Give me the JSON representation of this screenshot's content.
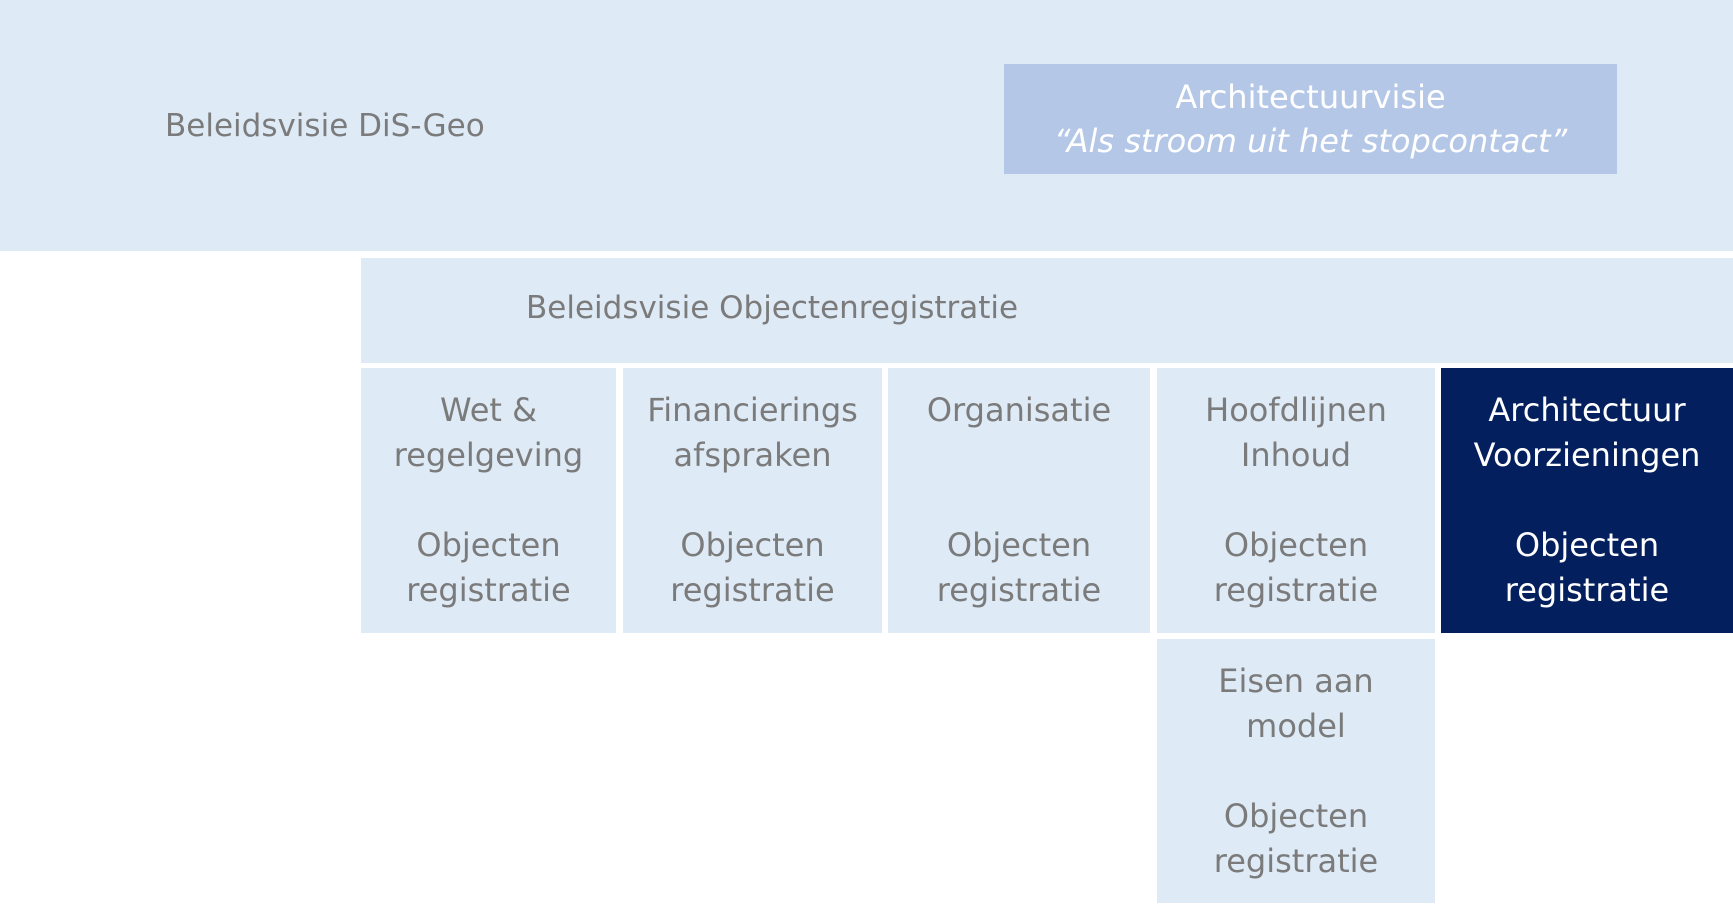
{
  "top": {
    "title": "Beleidsvisie DiS-Geo",
    "architectuurvisie": {
      "title": "Architectuurvisie",
      "quote": "“Als stroom uit het stopcontact”"
    }
  },
  "objectenregistratie": {
    "title": "Beleidsvisie Objectenregistratie"
  },
  "cards": [
    {
      "line1": "Wet &",
      "line2": "regelgeving",
      "line3": "Objecten",
      "line4": "registratie"
    },
    {
      "line1": "Financierings",
      "line2": "afspraken",
      "line3": "Objecten",
      "line4": "registratie"
    },
    {
      "line1": "Organisatie",
      "line2": "",
      "line3": "Objecten",
      "line4": "registratie"
    },
    {
      "line1": "Hoofdlijnen",
      "line2": "Inhoud",
      "line3": "Objecten",
      "line4": "registratie"
    },
    {
      "line1": "Architectuur",
      "line2": "Voorzieningen",
      "line3": "Objecten",
      "line4": "registratie"
    }
  ],
  "lower_card": {
    "line1": "Eisen aan",
    "line2": "model",
    "line3": "Objecten",
    "line4": "registratie"
  },
  "colors": {
    "light_blue": "#deeaf6",
    "mid_blue": "#b4c7e7",
    "dark_navy": "#031f5e",
    "text_grey": "#7b7b7b"
  }
}
